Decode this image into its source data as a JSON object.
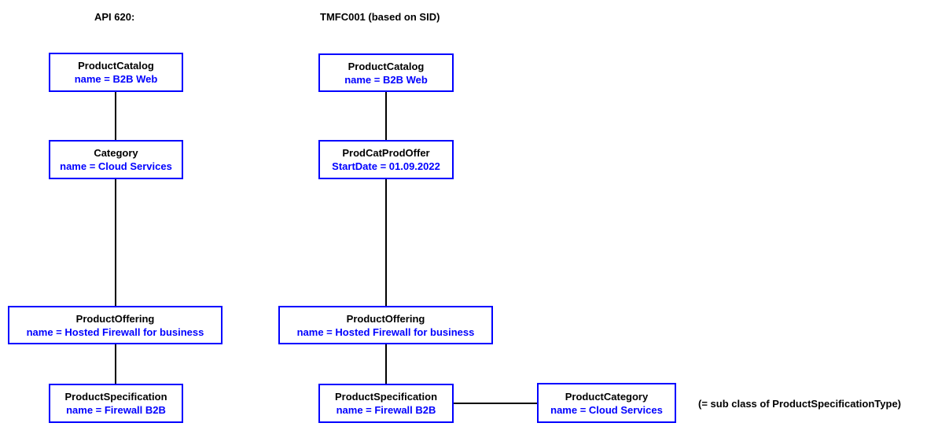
{
  "diagram": {
    "left": {
      "header": "API 620:",
      "nodes": [
        {
          "title": "ProductCatalog",
          "attr": "name = B2B Web"
        },
        {
          "title": "Category",
          "attr": "name = Cloud Services"
        },
        {
          "title": "ProductOffering",
          "attr": "name = Hosted Firewall for business"
        },
        {
          "title": "ProductSpecification",
          "attr": "name = Firewall B2B"
        }
      ]
    },
    "right": {
      "header": "TMFC001 (based on SID)",
      "nodes": [
        {
          "title": "ProductCatalog",
          "attr": "name = B2B Web"
        },
        {
          "title": "ProdCatProdOffer",
          "attr": "StartDate = 01.09.2022"
        },
        {
          "title": "ProductOffering",
          "attr": "name = Hosted Firewall for business"
        },
        {
          "title": "ProductSpecification",
          "attr": "name = Firewall B2B"
        },
        {
          "title": "ProductCategory",
          "attr": "name = Cloud Services"
        }
      ]
    },
    "annotation": "(= sub class of ProductSpecificationType)",
    "colors": {
      "box_border": "#0000ff",
      "attr_text": "#0000ff",
      "title_text": "#000000",
      "connector": "#000000",
      "background": "#ffffff"
    }
  }
}
